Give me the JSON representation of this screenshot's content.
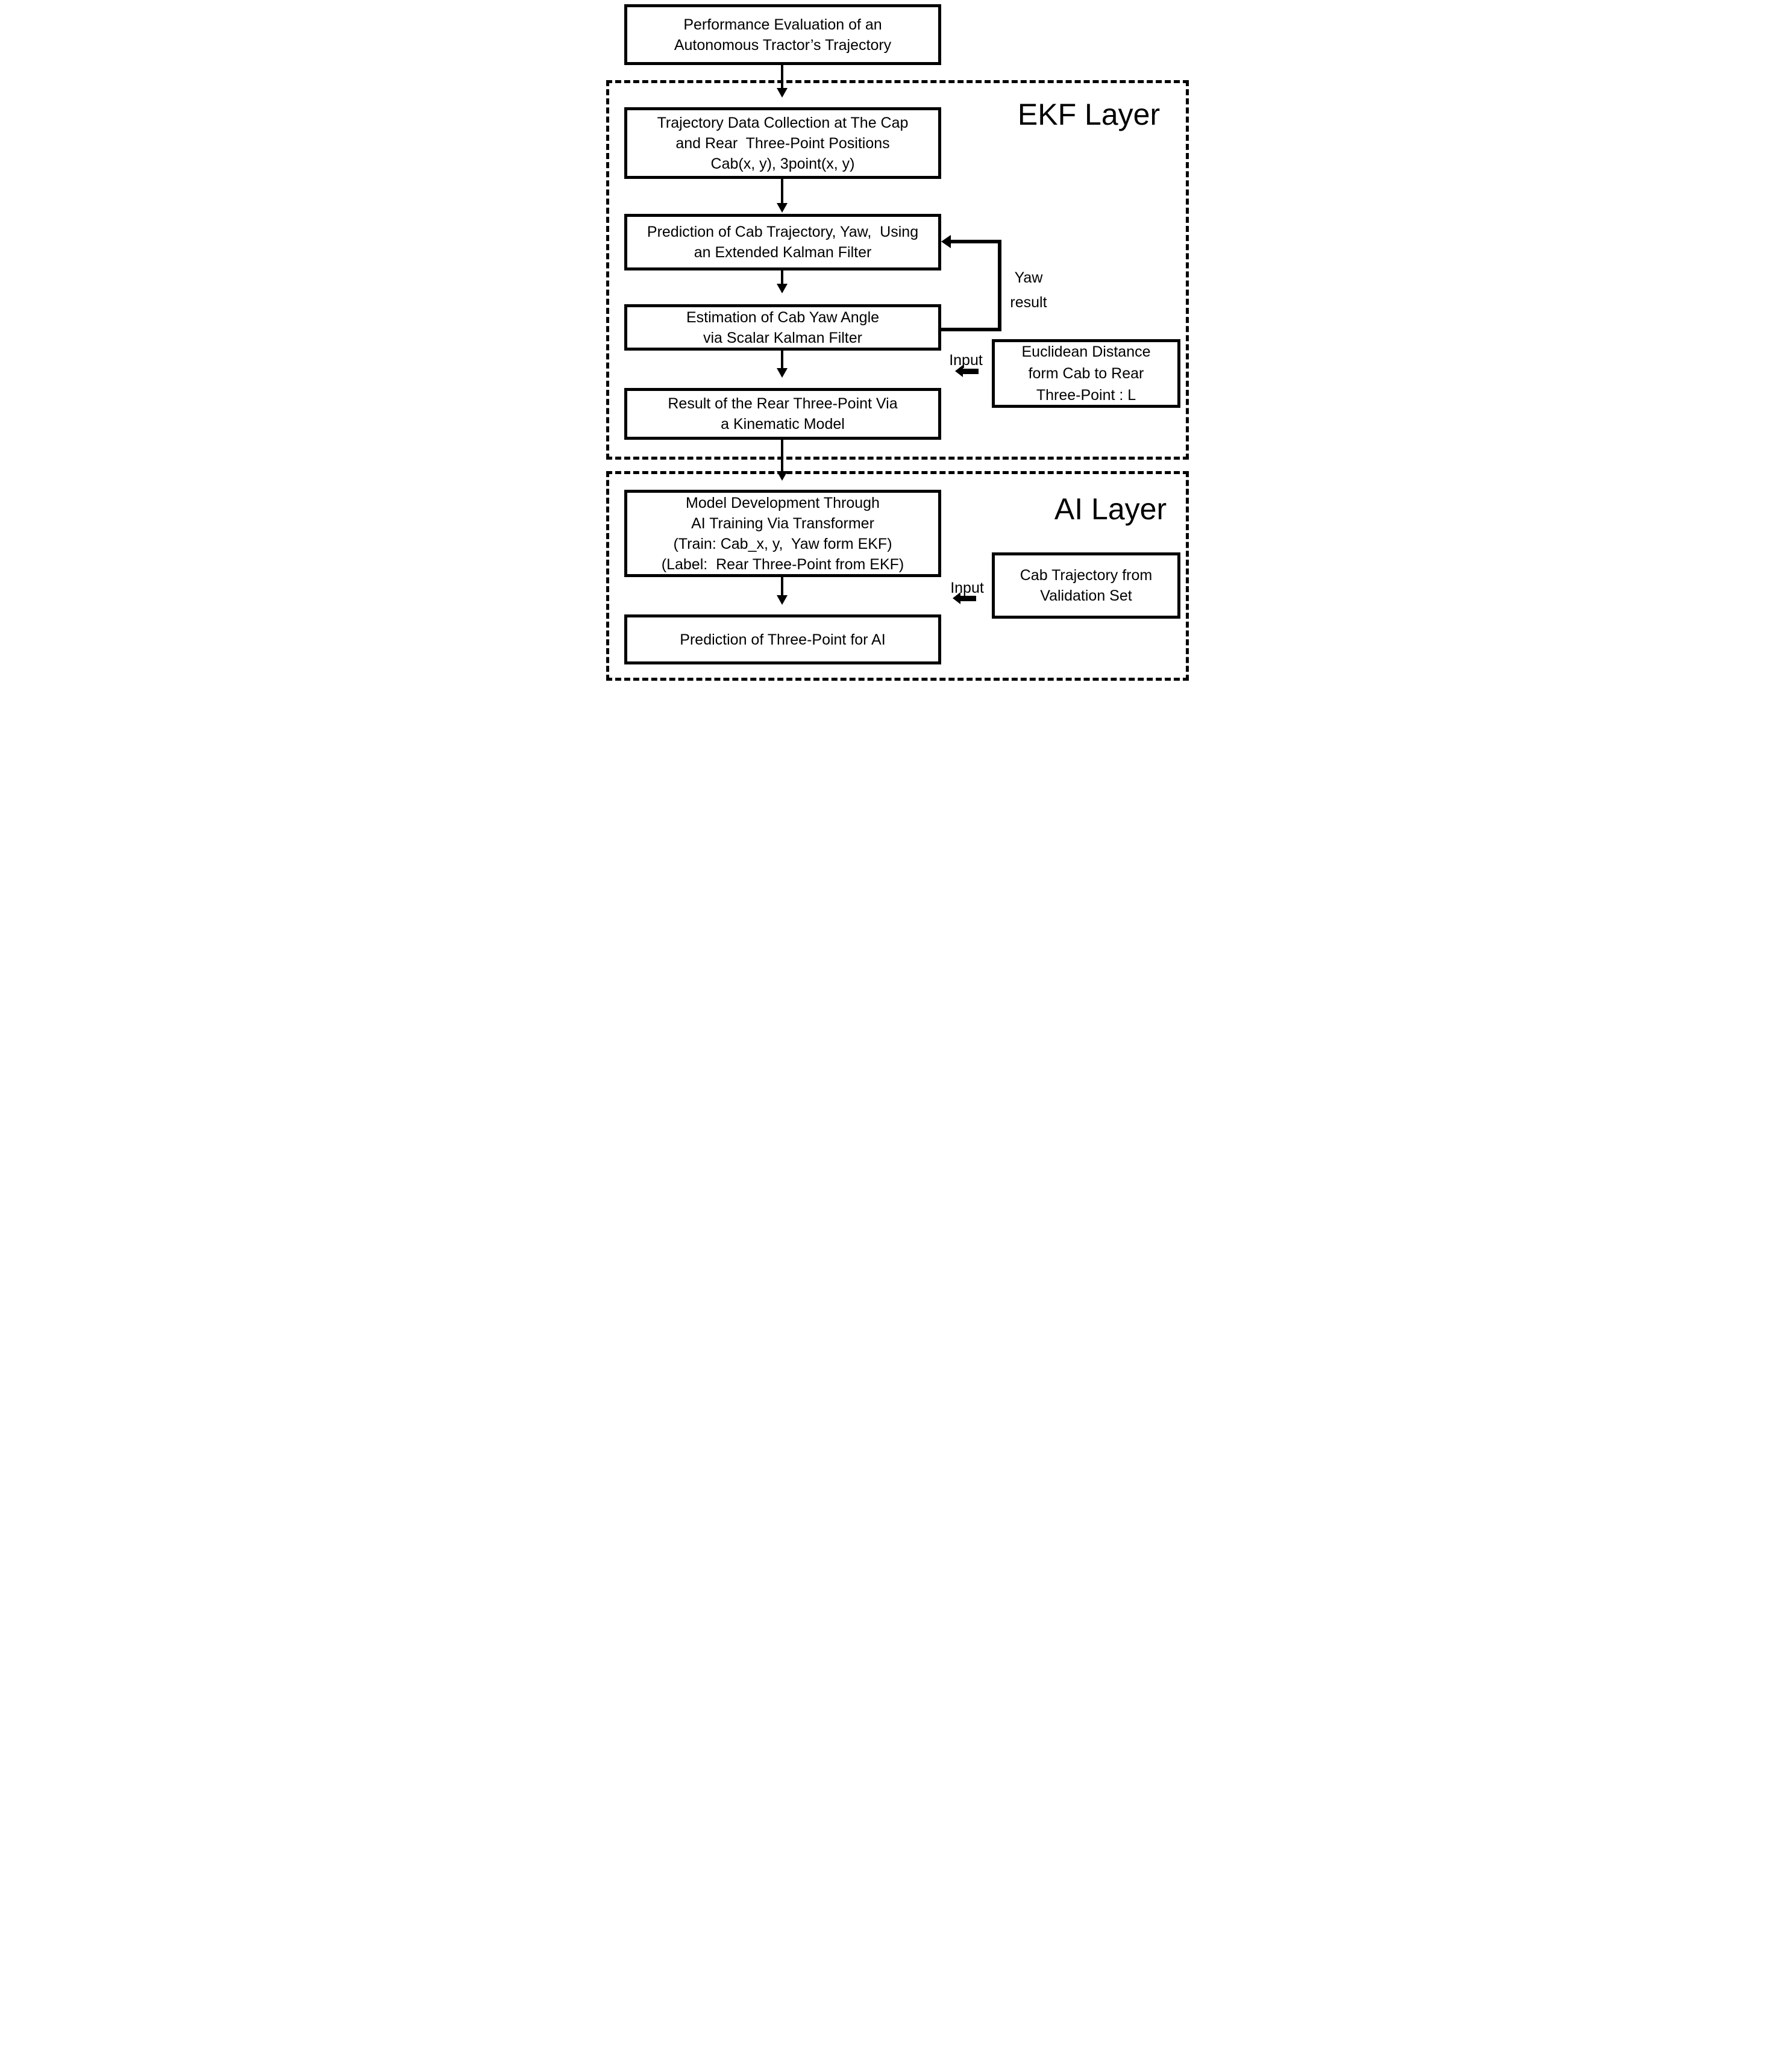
{
  "page": {
    "background": "#ffffff",
    "line_color": "#000000"
  },
  "layers": {
    "ekf": {
      "label": "EKF Layer"
    },
    "ai": {
      "label": "AI Layer"
    }
  },
  "nodes": {
    "title": "Performance Evaluation of an\nAutonomous Tractor’s Trajectory",
    "data_collection": "Trajectory Data Collection at The Cap\nand Rear  Three-Point Positions\nCab(x, y), 3point(x, y)",
    "ekf_prediction": "Prediction of Cab Trajectory, Yaw,  Using\nan Extended Kalman Filter",
    "yaw_estimation": "Estimation of Cab Yaw Angle\nvia Scalar Kalman Filter",
    "kinematic_result": "Result of the Rear Three-Point Via\na Kinematic Model",
    "euclidean_distance": "Euclidean Distance\nform Cab to Rear\nThree-Point : L",
    "model_development": "Model Development Through\nAI Training Via Transformer\n(Train: Cab_x, y,  Yaw form EKF)\n(Label:  Rear Three-Point from EKF)",
    "cab_trajectory": "Cab Trajectory from\nValidation Set",
    "ai_prediction": "Prediction of Three-Point for AI"
  },
  "annotations": {
    "yaw_result": "Yaw\nresult",
    "ekf_input": "Input",
    "ai_input": "Input"
  }
}
